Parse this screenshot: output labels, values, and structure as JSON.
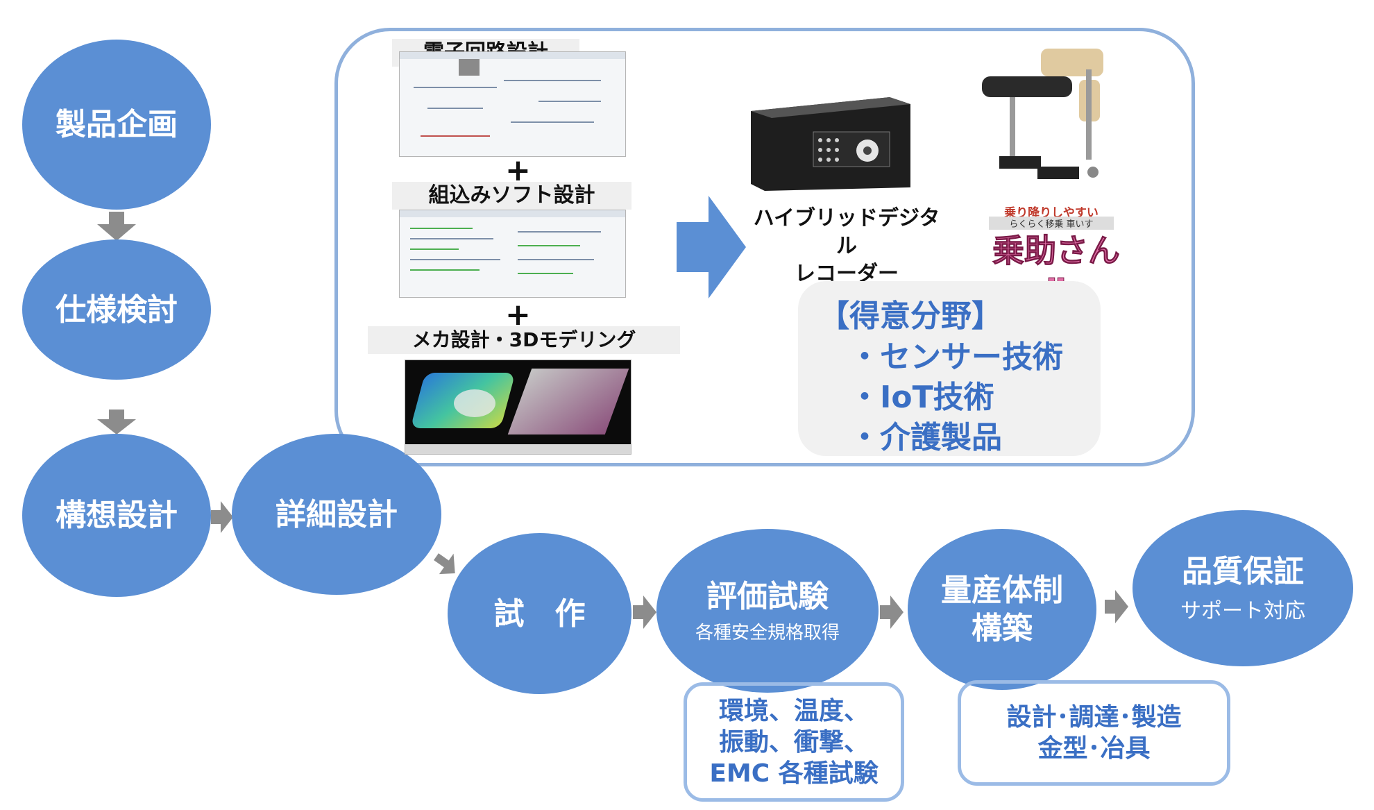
{
  "flow": {
    "plan": "製品企画",
    "spec": "仕様検討",
    "concept": "構想設計",
    "detail": "詳細設計",
    "prototype": "試　作",
    "eval": "評価試験",
    "eval_sub": "各種安全規格取得",
    "mass": "量産体制\n構築",
    "qa": "品質保証",
    "qa_sub": "サポート対応"
  },
  "design_panel": {
    "circuit_label": "電子回路設計",
    "embedded_label": "組込みソフト設計",
    "mech_label": "メカ設計・3Dモデリング",
    "plus": "+"
  },
  "products": {
    "recorder_label": "ハイブリッドデジタル\nレコーダー",
    "chair_tagline": "乗り降りしやすい",
    "chair_sub": "らくらく移乗 車いす",
    "chair_logo": "乗助さんⅡ"
  },
  "specialty": {
    "heading": "【得意分野】",
    "items": [
      "・センサー技術",
      "・IoT技術",
      "・介護製品"
    ]
  },
  "notes": {
    "eval_tests": "環境、温度、\n振動、衝撃、\nEMC 各種試験",
    "mass_scope": "設計･調達･製造\n金型･冶具"
  },
  "colors": {
    "circle": "#5b8fd4",
    "frame": "#8fb0dc",
    "accent_text": "#3a6fc4",
    "arrow_gray": "#8c8c8c"
  }
}
